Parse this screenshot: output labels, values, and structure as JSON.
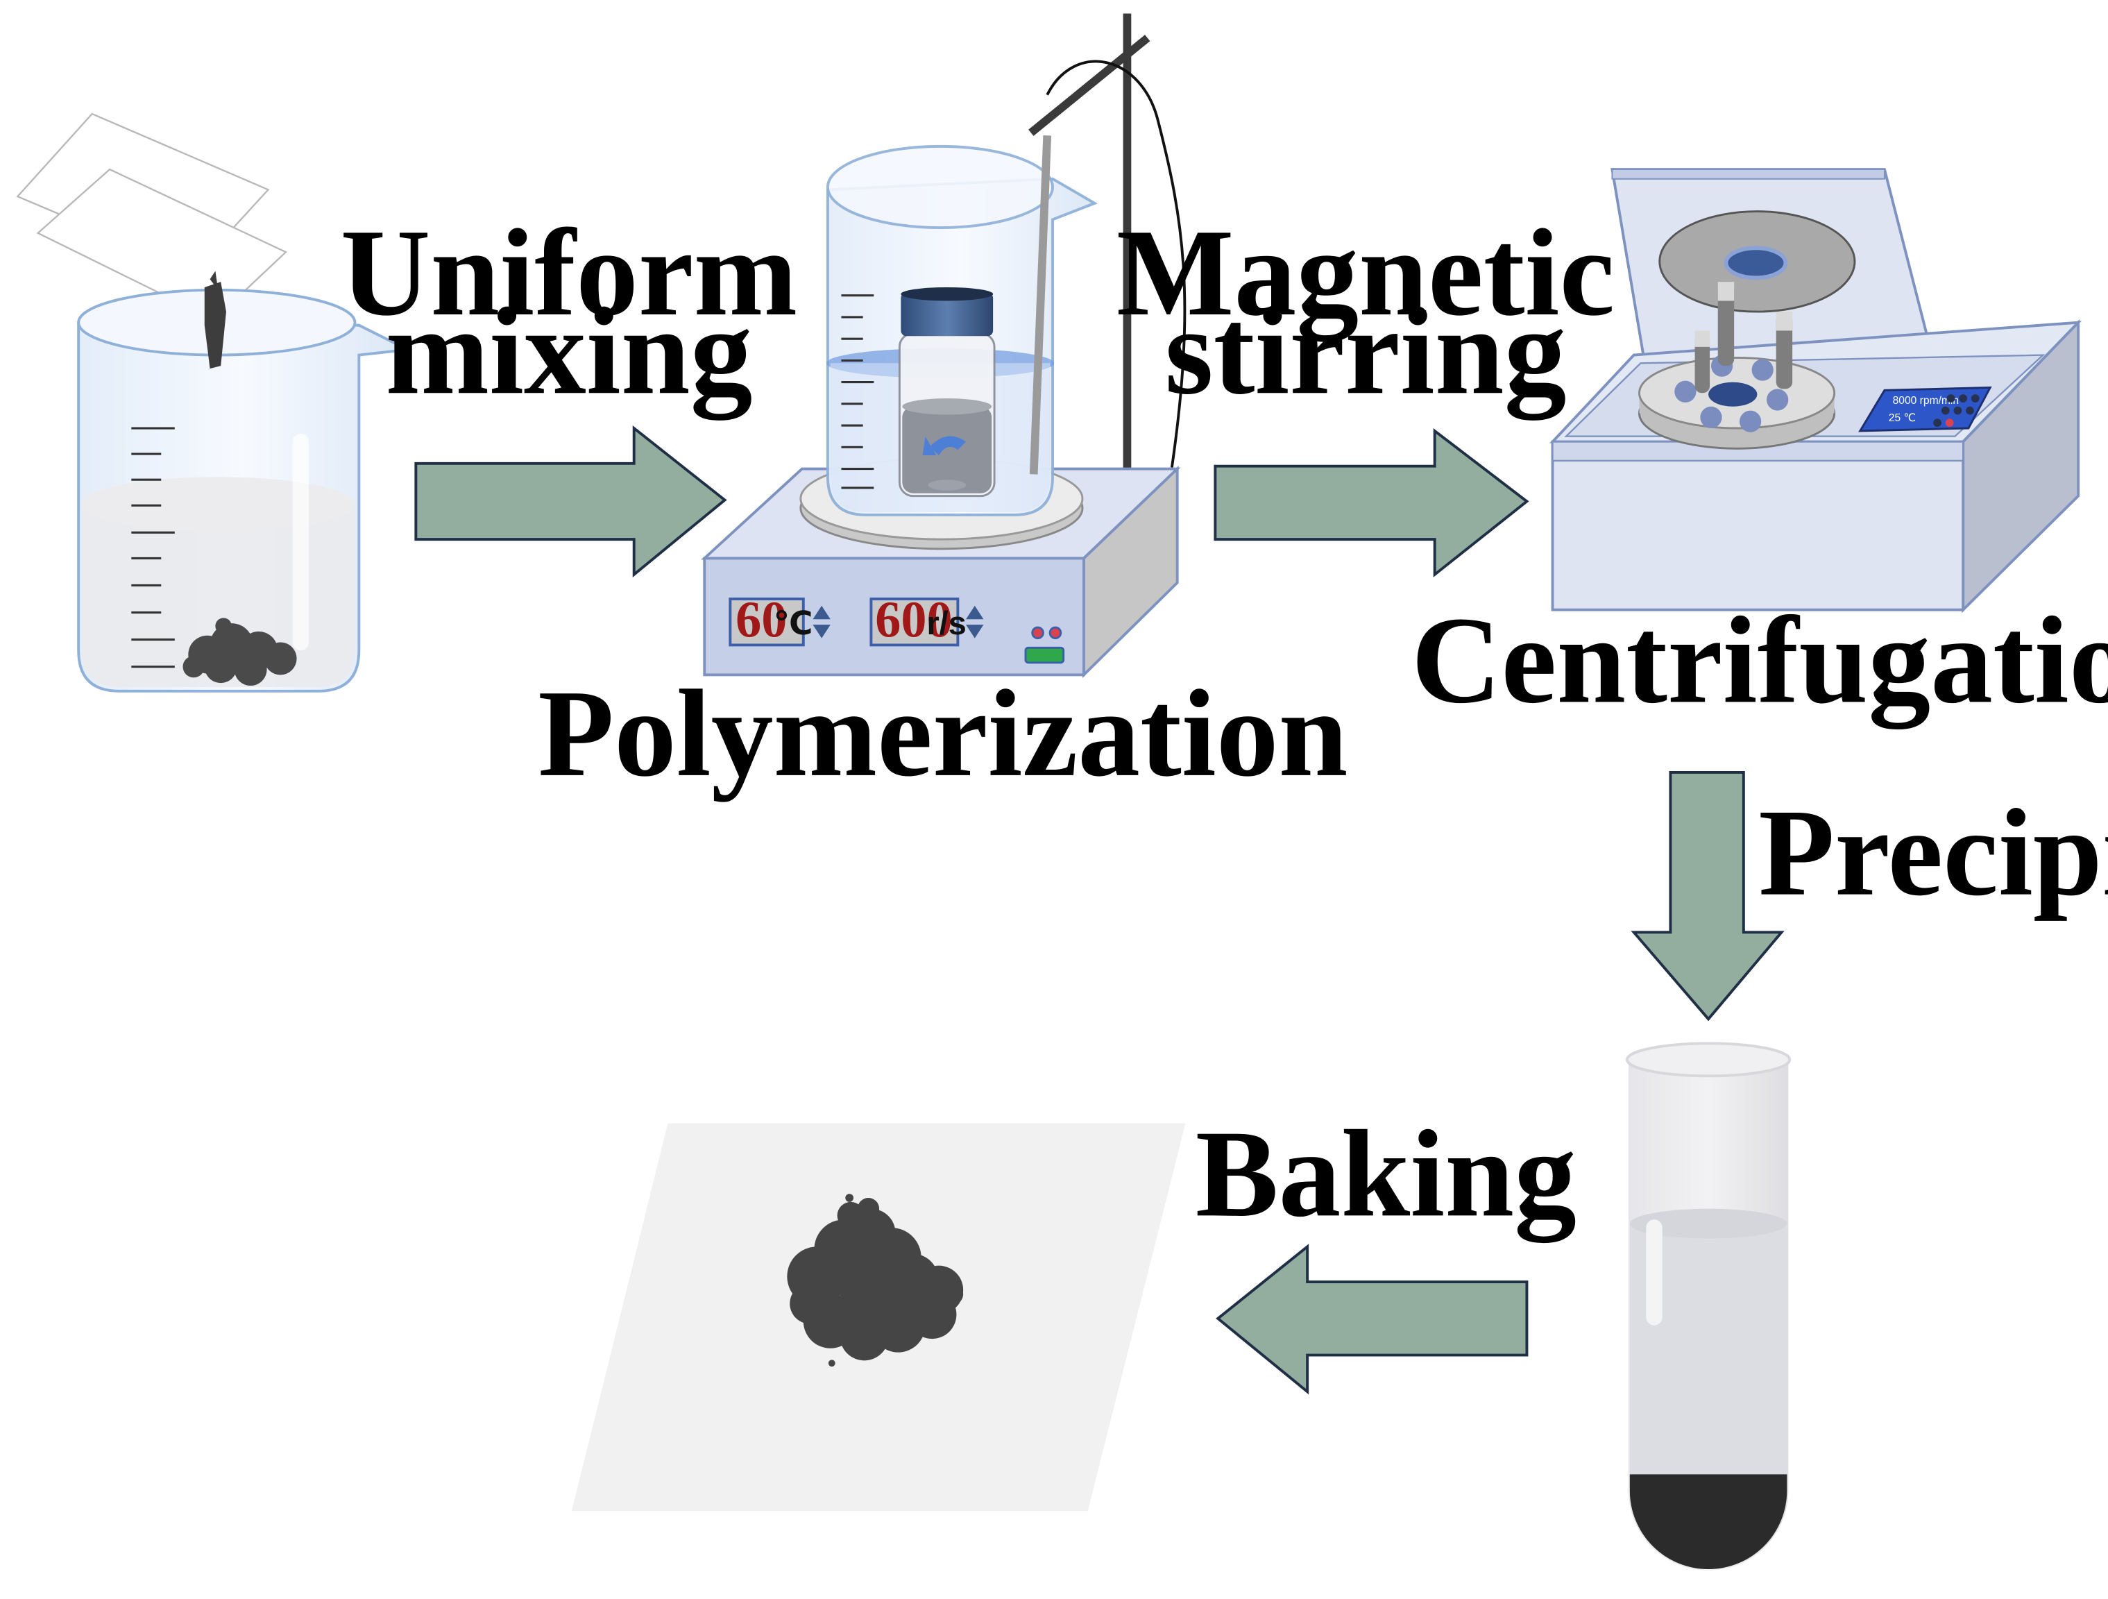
{
  "steps": {
    "uniform_mixing": [
      "Uniform",
      "mixing"
    ],
    "magnetic_stirring": [
      "Magnetic",
      "stirring"
    ],
    "polymerization": "Polymerization",
    "centrifugation": "Centrifugation",
    "precipitate": "Precipitate",
    "baking": "Baking"
  },
  "stirrer_display": {
    "temperature_value": "60",
    "temperature_unit": "℃",
    "speed_value": "600",
    "speed_unit": "r/s"
  },
  "centrifuge_display": {
    "line1": "8000 rpm/min",
    "line2": "25 ℃"
  },
  "colors": {
    "arrow_fill": "#93ad9f",
    "arrow_stroke": "#1f2f45",
    "glass_blue": "#cfe0f5",
    "powder": "#454545"
  }
}
